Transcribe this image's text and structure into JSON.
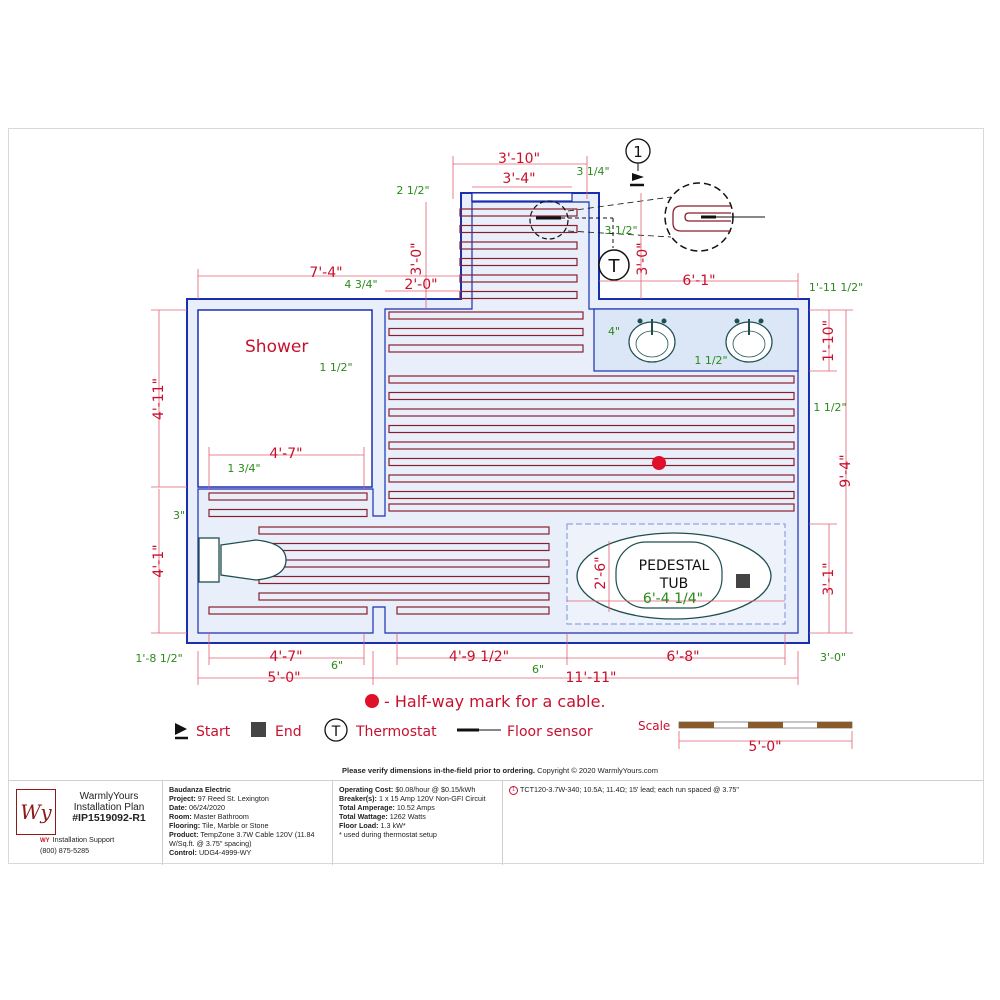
{
  "plan": {
    "room_labels": {
      "shower": "Shower",
      "tub_line1": "PEDESTAL",
      "tub_line2": "TUB"
    },
    "thermostat_marker": "T",
    "detail_callout": "1",
    "dims_red": {
      "top_3_10": "3'-10\"",
      "top_3_4": "3'-4\"",
      "left_7_4": "7'-4\"",
      "dim_2_0": "2'-0\"",
      "v_3_0_left": "3'-0\"",
      "v_3_0_right": "3'-0\"",
      "right_6_1": "6'-1\"",
      "v_4_11": "4'-11\"",
      "v_1_10": "1'-10\"",
      "v_9_4": "9'-4\"",
      "h_4_7_mid": "4'-7\"",
      "v_4_1": "4'-1\"",
      "v_2_6": "2'-6\"",
      "v_3_1": "3'-1\"",
      "bot_4_7": "4'-7\"",
      "bot_4_9_half": "4'-9 1/2\"",
      "bot_6_8": "6'-8\"",
      "bot_5_0": "5'-0\"",
      "bot_11_11": "11'-11\""
    },
    "dims_green": {
      "top_3_quarter": "3 1/4\"",
      "top_2_half": "2 1/2\"",
      "dim_3_half": "3 1/2\"",
      "dim_4_3_4": "4 3/4\"",
      "right_1_11_half": "1'-11 1/2\"",
      "dim_4in": "4\"",
      "shower_1_half": "1 1/2\"",
      "vanity_1_half": "1 1/2\"",
      "right_1_half": "1 1/2\"",
      "dim_1_3_4": "1 3/4\"",
      "dim_3in": "3\"",
      "tub_6_4_quarter": "6'-4 1/4\""
    },
    "dims_other": {
      "bot_1_8_half": "1'-8 1/2\"",
      "bot_6in_a": "6\"",
      "bot_6in_b": "6\"",
      "right_3_0": "3'-0\""
    }
  },
  "legend": {
    "halfway": "- Half-way mark for a cable.",
    "start": "Start",
    "end": "End",
    "thermostat": "Thermostat",
    "floor_sensor": "Floor sensor",
    "scale_label": "Scale",
    "scale_value": "5'-0\""
  },
  "footer": {
    "verify": "Please verify dimensions in-the-field prior to ordering.",
    "copyright": "Copyright © 2020 WarmlyYours.com"
  },
  "title_block": {
    "logo_mark": "Wy",
    "company_line1": "WarmlyYours",
    "company_line2": "Installation Plan",
    "plan_number": "#IP1519092-R1",
    "support_badge": "WY",
    "support_label": "Installation Support",
    "support_phone": "(800) 875-5285",
    "project": [
      {
        "key": "",
        "value": "Baudanza Electric"
      },
      {
        "key": "Project:",
        "value": "97 Reed St. Lexington"
      },
      {
        "key": "Date:",
        "value": "06/24/2020"
      },
      {
        "key": "Room:",
        "value": "Master Bathroom"
      },
      {
        "key": "Flooring:",
        "value": "Tile, Marble or Stone"
      },
      {
        "key": "Product:",
        "value": "TempZone 3.7W Cable 120V (11.84 W/Sq.ft. @ 3.75\" spacing)"
      },
      {
        "key": "Control:",
        "value": "UDG4-4999-WY"
      }
    ],
    "electrical": [
      {
        "key": "Operating Cost:",
        "value": "$0.08/hour @ $0.15/kWh"
      },
      {
        "key": "Breaker(s):",
        "value": "1 x 15 Amp 120V Non-GFI Circuit"
      },
      {
        "key": "Total Amperage:",
        "value": "10.52 Amps"
      },
      {
        "key": "Total Wattage:",
        "value": "1262 Watts"
      },
      {
        "key": "Floor Load:",
        "value": "1.3 kW*"
      }
    ],
    "electrical_note": "* used during thermostat setup",
    "cable_marker": "1",
    "cable": "TCT120-3.7W-340; 10.5A; 11.4Ω; 15' lead; each run spaced @ 3.75\""
  },
  "colors": {
    "wall": "#1a2fb0",
    "dimension": "#c8102e",
    "offset": "#2a8a1a",
    "cable": "#8a1e2c",
    "floor": "#e8effa"
  }
}
